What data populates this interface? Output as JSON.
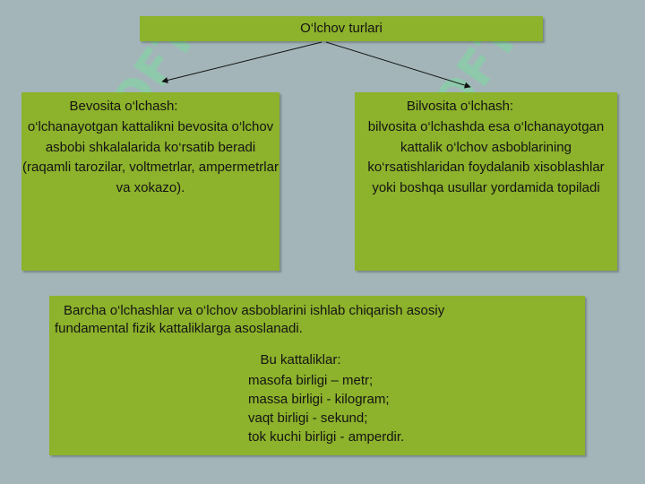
{
  "title": "O‘lchov turlari",
  "direct": {
    "heading": "Bevosita o‘lchash:",
    "body": "o‘lchanayotgan kattalikni bevosita o‘lchov asbobi shkalalarida ko‘rsatib beradi (raqamli tarozilar, voltmetrlar, ampermetrlar va xokazo)."
  },
  "indirect": {
    "heading": "Bilvosita o‘lchash:",
    "body": "bilvosita o‘lchashda esa o‘lchanayotgan kattalik o‘lchov asboblarining ko‘rsatishlaridan foydalanib xisoblashlar yoki boshqa usullar yordamida topiladi"
  },
  "bottom": {
    "intro_line1": "Barcha  o‘lchashlar va    o‘lchov asboblarini ishlab chiqarish asosiy",
    "intro_line2": "fundamental fizik kattaliklarga asoslanadi.",
    "quantities_title": "Bu kattaliklar:",
    "quantities": [
      "masofa birligi – metr;",
      "massa birligi -  kilogram;",
      "vaqt birligi -  sekund;",
      "tok kuchi birligi -  amperdir."
    ]
  },
  "watermark": "SOFT",
  "colors": {
    "background": "#a3b5b9",
    "box": "#8db22b",
    "watermark": "#7fd9a0"
  }
}
